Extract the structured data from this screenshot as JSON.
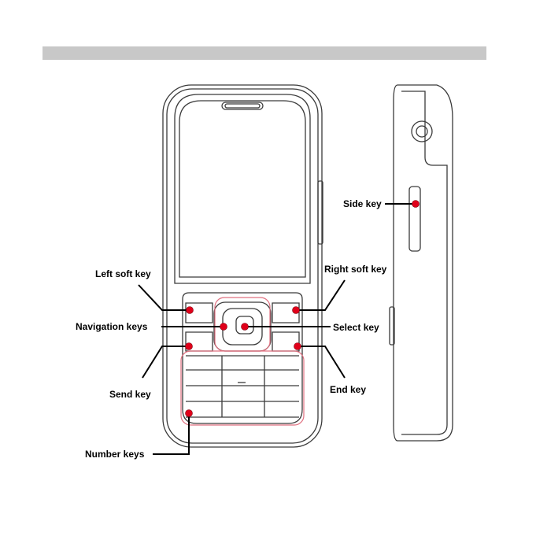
{
  "labels": {
    "left_soft_key": "Left soft key",
    "navigation_keys": "Navigation keys",
    "send_key": "Send key",
    "number_keys": "Number keys",
    "right_soft_key": "Right soft key",
    "select_key": "Select key",
    "end_key": "End key",
    "side_key": "Side key"
  },
  "colors": {
    "header_bar": "#c8c8c8",
    "marker": "#e0001a",
    "line_art": "#3a3a3a",
    "highlight": "#e07080"
  }
}
